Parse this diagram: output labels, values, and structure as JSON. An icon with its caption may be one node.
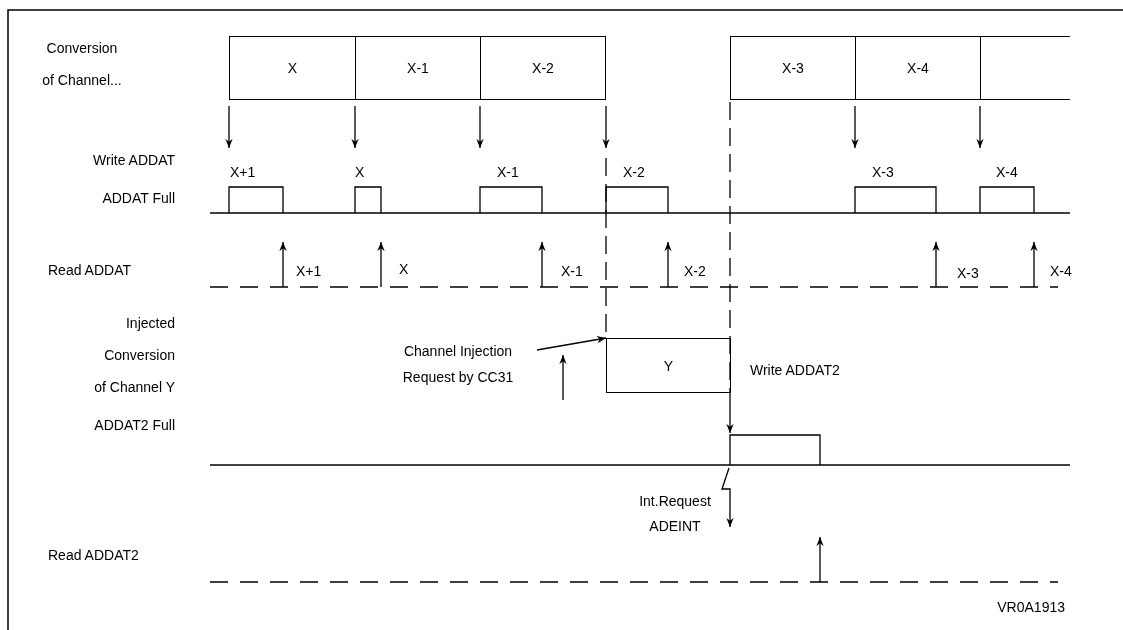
{
  "diagram": {
    "nodes": [
      {
        "text": [
          "X"
        ]
      },
      {
        "text": [
          "X-1"
        ]
      },
      {
        "text": [
          "X-2"
        ]
      },
      {
        "text": [
          "X-3"
        ]
      },
      {
        "text": [
          "X-4"
        ]
      },
      {
        "text": [],
        "shape": "box"
      },
      {
        "text": [
          "Y"
        ]
      },
      {
        "text": [
          "Channel Injection Request by CC31"
        ]
      }
    ],
    "edges": [
      {
        "from": 7,
        "to": 6,
        "arrow": "to"
      },
      {
        "from": 6,
        "to": null,
        "arrow": "to"
      }
    ],
    "labels": [
      "Conversion of Channel...",
      "Write ADDAT",
      "X+1",
      "X",
      "X-1",
      "X-2",
      "X-3",
      "X-4",
      "ADDAT Full",
      "Read ADDAT",
      "X+1",
      "X",
      "X-1",
      "X-2",
      "X-3",
      "X-4",
      "Injected Conversion of Channel Y",
      "Write ADDAT2",
      "ADDAT2 Full",
      "Int.Request ADEINT",
      "Read ADDAT2",
      "VR0A1913"
    ]
  }
}
